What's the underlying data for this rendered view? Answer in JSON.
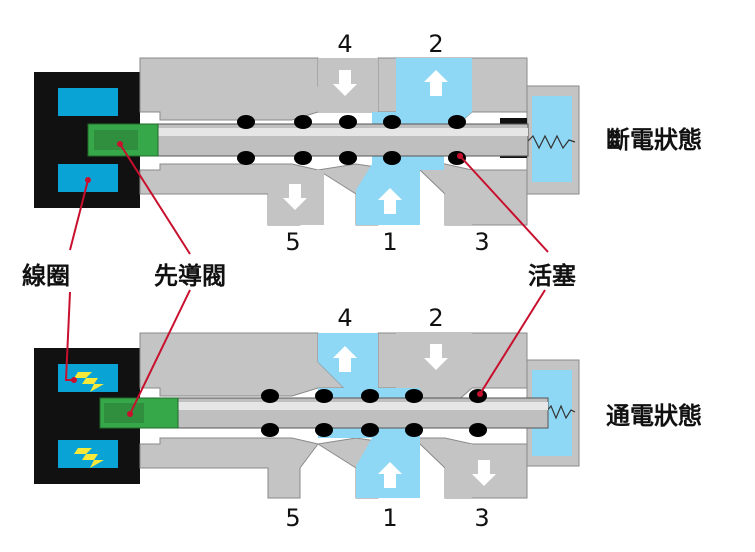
{
  "states": {
    "off": "斷電狀態",
    "on": "通電狀態"
  },
  "labels": {
    "coil": "線圈",
    "pilot_valve": "先導閥",
    "piston": "活塞"
  },
  "ports_top": [
    "4",
    "2",
    "5",
    "1",
    "3"
  ],
  "ports_bottom": [
    "4",
    "2",
    "5",
    "1",
    "3"
  ],
  "colors": {
    "body": "#c4c4c4",
    "body_stroke": "#8a8a8a",
    "coil_housing": "#111111",
    "coil_fill": "#0aa3d6",
    "air": "#8fd8f5",
    "pilot": "#37a84a",
    "rod": "#bfbfbf",
    "seal": "#000000",
    "pointer": "#c8102e",
    "bolt": "#f6e93a"
  }
}
